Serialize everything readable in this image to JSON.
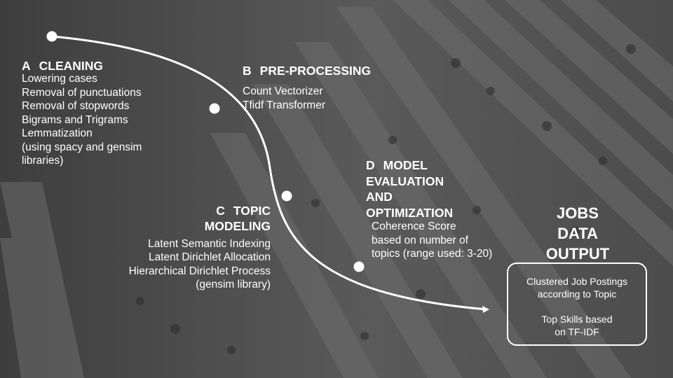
{
  "steps": [
    {
      "letter": "A",
      "title": "CLEANING",
      "items": [
        "Lowering cases",
        "Removal of punctuations",
        "Removal of stopwords",
        "Bigrams and Trigrams",
        "Lemmatization",
        "(using spacy and gensim",
        "libraries)"
      ]
    },
    {
      "letter": "B",
      "title": "PRE-PROCESSING",
      "items": [
        "Count Vectorizer",
        "Tfidf Transformer"
      ]
    },
    {
      "letter": "C",
      "title_line1": "TOPIC",
      "title_line2": "MODELING",
      "items": [
        "Latent Semantic Indexing",
        "Latent Dirichlet Allocation",
        "Hierarchical Dirichlet Process",
        "(gensim library)"
      ]
    },
    {
      "letter": "D",
      "title_line1": "MODEL",
      "title_line2": "EVALUATION",
      "title_line3": "AND",
      "title_line4": "OPTIMIZATION",
      "items": [
        "Coherence Score",
        "based on number of",
        "topics (range used: 3-20)"
      ]
    }
  ],
  "output": {
    "title_lines": [
      "JOBS",
      "DATA",
      "OUTPUT"
    ],
    "box_lines": [
      "Clustered Job Postings",
      "according to Topic",
      "Top Skills based",
      "on TF-IDF"
    ]
  }
}
